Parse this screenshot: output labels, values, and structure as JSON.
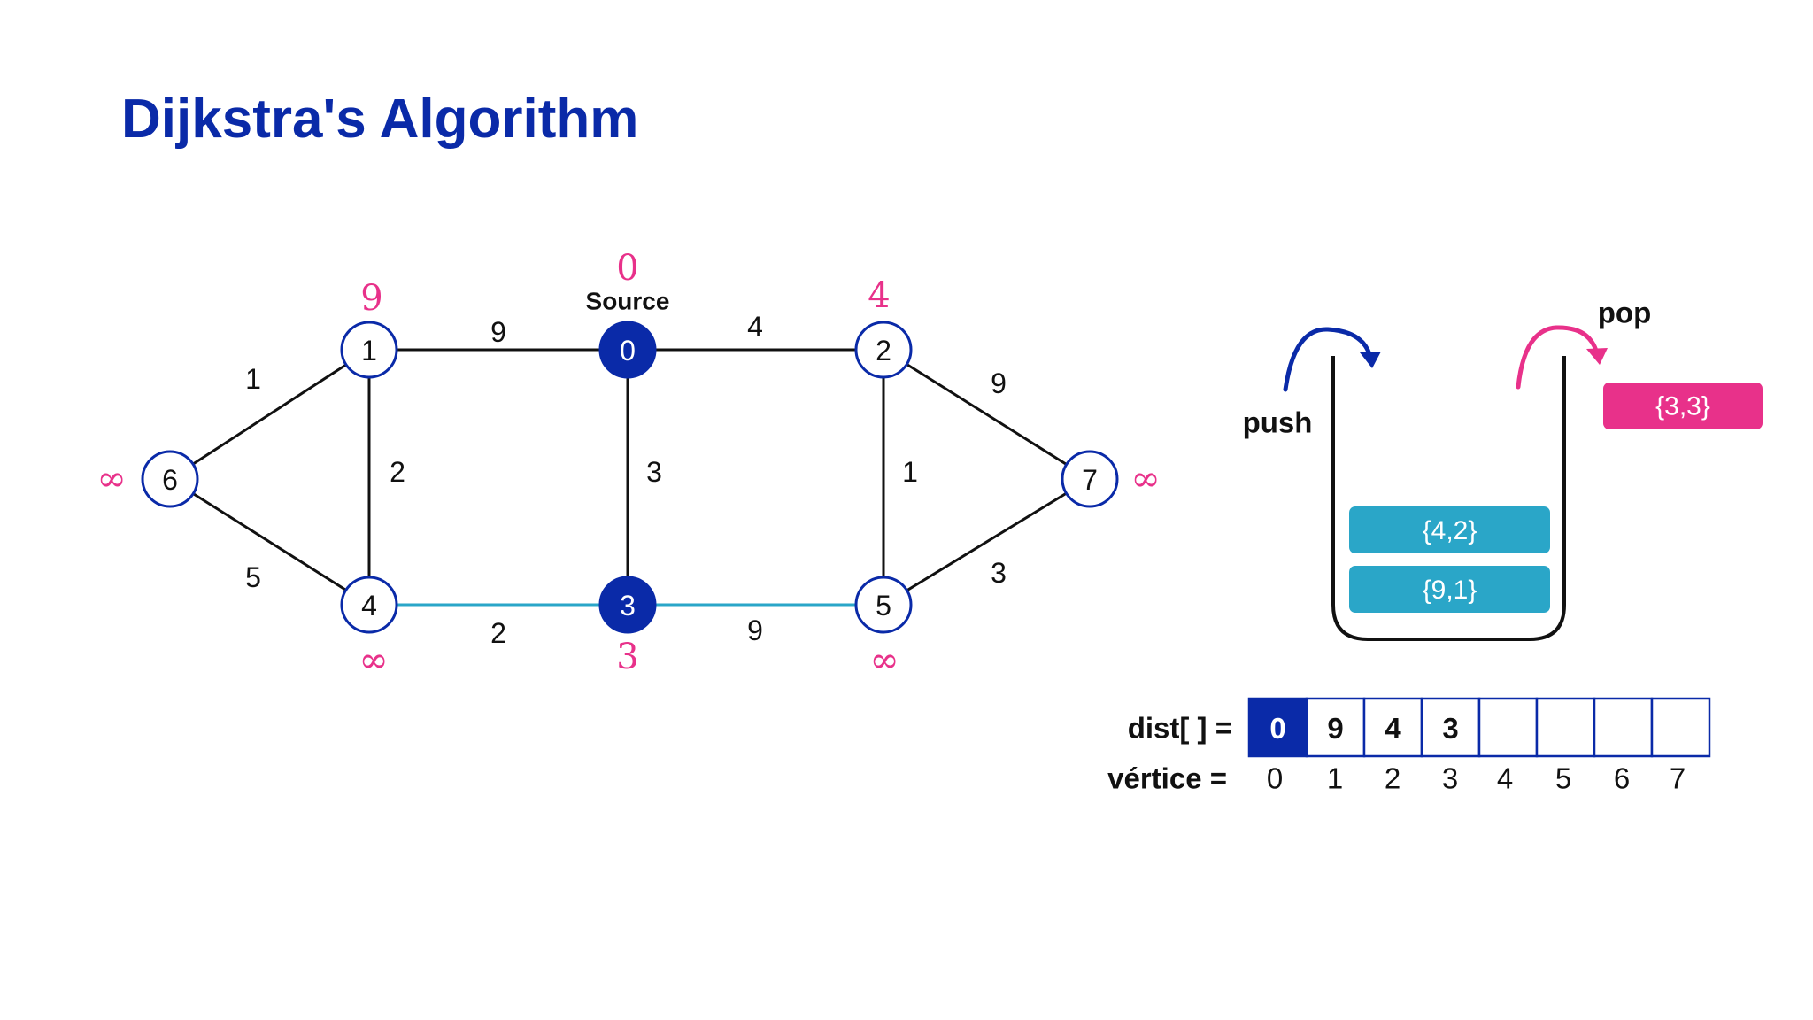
{
  "title": "Dijkstra's Algorithm",
  "colors": {
    "title": "#0a2aa8",
    "node_border": "#0a2aa8",
    "node_fill_selected": "#0a2aa8",
    "edge": "#111111",
    "edge_highlight": "#2aa6c8",
    "distance": "#e8318a",
    "queue_item": "#2aa6c8",
    "popped_item": "#e8318a",
    "push_arrow": "#0a2aa8",
    "pop_arrow": "#e8318a"
  },
  "graph": {
    "nodes": [
      {
        "id": "0",
        "label": "0",
        "distance": "0",
        "selected": true
      },
      {
        "id": "1",
        "label": "1",
        "distance": "9",
        "selected": false
      },
      {
        "id": "2",
        "label": "2",
        "distance": "4",
        "selected": false
      },
      {
        "id": "3",
        "label": "3",
        "distance": "3",
        "selected": true
      },
      {
        "id": "4",
        "label": "4",
        "distance": "∞",
        "selected": false
      },
      {
        "id": "5",
        "label": "5",
        "distance": "∞",
        "selected": false
      },
      {
        "id": "6",
        "label": "6",
        "distance": "∞",
        "selected": false
      },
      {
        "id": "7",
        "label": "7",
        "distance": "∞",
        "selected": false
      }
    ],
    "source_label": "Source",
    "edges": [
      {
        "from": "1",
        "to": "0",
        "weight": "9",
        "highlighted": false
      },
      {
        "from": "0",
        "to": "2",
        "weight": "4",
        "highlighted": false
      },
      {
        "from": "6",
        "to": "1",
        "weight": "1",
        "highlighted": false
      },
      {
        "from": "6",
        "to": "4",
        "weight": "5",
        "highlighted": false
      },
      {
        "from": "1",
        "to": "4",
        "weight": "2",
        "highlighted": false
      },
      {
        "from": "0",
        "to": "3",
        "weight": "3",
        "highlighted": false
      },
      {
        "from": "2",
        "to": "5",
        "weight": "1",
        "highlighted": false
      },
      {
        "from": "2",
        "to": "7",
        "weight": "9",
        "highlighted": false
      },
      {
        "from": "5",
        "to": "7",
        "weight": "3",
        "highlighted": false
      },
      {
        "from": "4",
        "to": "3",
        "weight": "2",
        "highlighted": true
      },
      {
        "from": "3",
        "to": "5",
        "weight": "9",
        "highlighted": true
      }
    ]
  },
  "queue": {
    "push_label": "push",
    "pop_label": "pop",
    "items": [
      "{4,2}",
      "{9,1}"
    ],
    "popped_item": "{3,3}"
  },
  "dist_array": {
    "label": "dist[ ] =",
    "vertex_label": "vértice =",
    "values": [
      "0",
      "9",
      "4",
      "3",
      "",
      "",
      "",
      ""
    ],
    "vertices": [
      "0",
      "1",
      "2",
      "3",
      "4",
      "5",
      "6",
      "7"
    ],
    "highlighted_index": 0
  }
}
